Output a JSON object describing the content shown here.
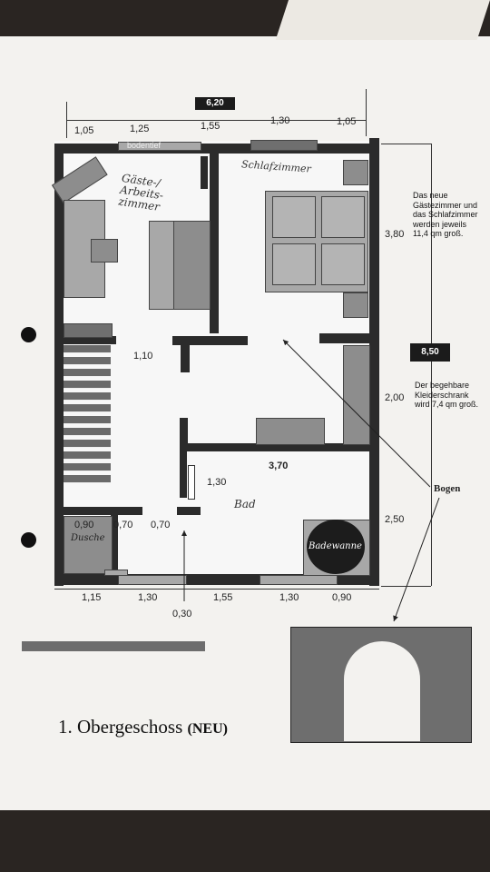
{
  "overall_width": "6,20",
  "overall_depth": "8,50",
  "top_dims": [
    "1,05",
    "1,25",
    "1,55",
    "1,30",
    "1,05"
  ],
  "bottom_dims": [
    "1,15",
    "1,30",
    "1,55",
    "1,30",
    "0,90"
  ],
  "bottom_sub_dim": "0,30",
  "right_dims": [
    "3,80",
    "2,00",
    "2,50"
  ],
  "inner_dims": {
    "hall": "1,10",
    "bad_width": "3,70",
    "bad_depth": "1,30",
    "dusche_w": "0,90",
    "dusche_gap": "0,70",
    "door_gap": "0,70"
  },
  "rooms": {
    "gaeste": "Gäste-/ Arbeits-zimmer",
    "schlafzimmer": "Schlafzimmer",
    "bad": "Bad",
    "dusche": "Dusche",
    "badewanne": "Badewanne"
  },
  "labels": {
    "bodentief": "bodentief",
    "bogen": "Bogen"
  },
  "notes": {
    "note1": "Das neue Gästezimmer und das Schlafzimmer werden jeweils 11,4 qm groß.",
    "note2": "Der begehbare Kleiderschrank wird 7,4 qm groß."
  },
  "title": {
    "main": "1. Obergeschoss",
    "suffix": "(NEU)"
  },
  "colors": {
    "wall": "#2b2b2b",
    "furniture": "#8d8d8d",
    "paper": "#f3f2ef",
    "background": "#2a2522"
  }
}
